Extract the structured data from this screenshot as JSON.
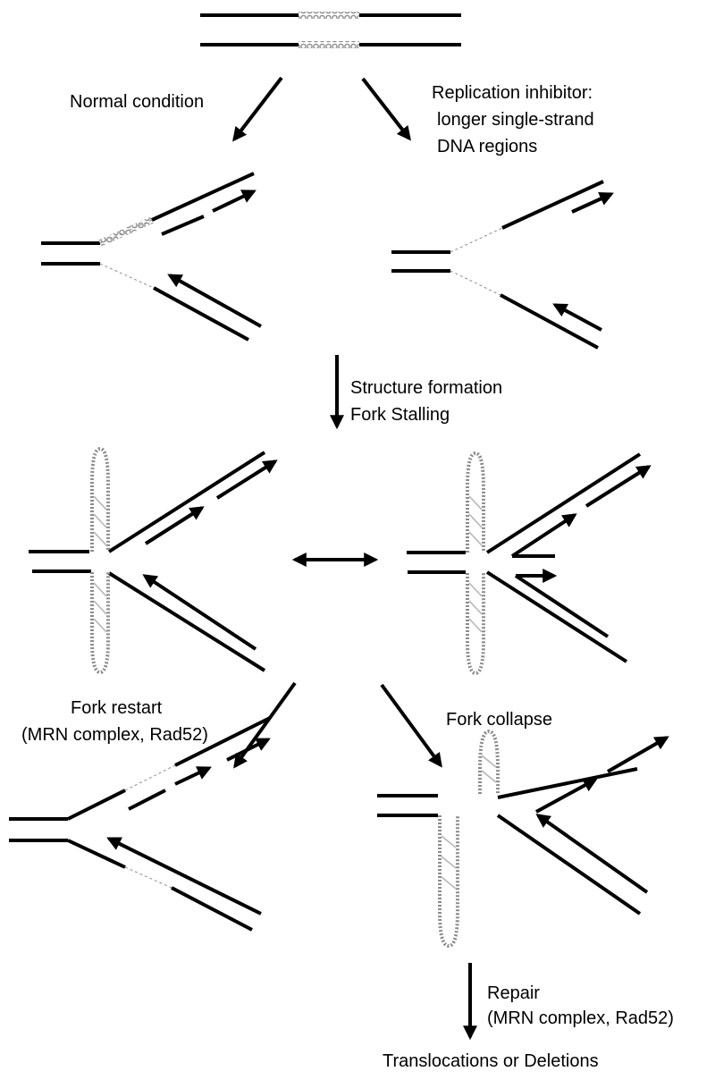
{
  "labels": {
    "normal_condition": "Normal condition",
    "inhibitor_line1": "Replication inhibitor:",
    "inhibitor_line2": "longer single-strand",
    "inhibitor_line3": "DNA regions",
    "structure_formation": "Structure formation",
    "fork_stalling": "Fork Stalling",
    "fork_restart_line1": "Fork restart",
    "fork_restart_line2": "(MRN complex, Rad52)",
    "fork_collapse": "Fork collapse",
    "repair_line1": "Repair",
    "repair_line2": "(MRN complex, Rad52)",
    "outcome": "Translocations or Deletions"
  },
  "colors": {
    "strand": "#000000",
    "single_strand_bead": "#8c8c8c",
    "hairpin_rung": "#b4b4b4"
  }
}
